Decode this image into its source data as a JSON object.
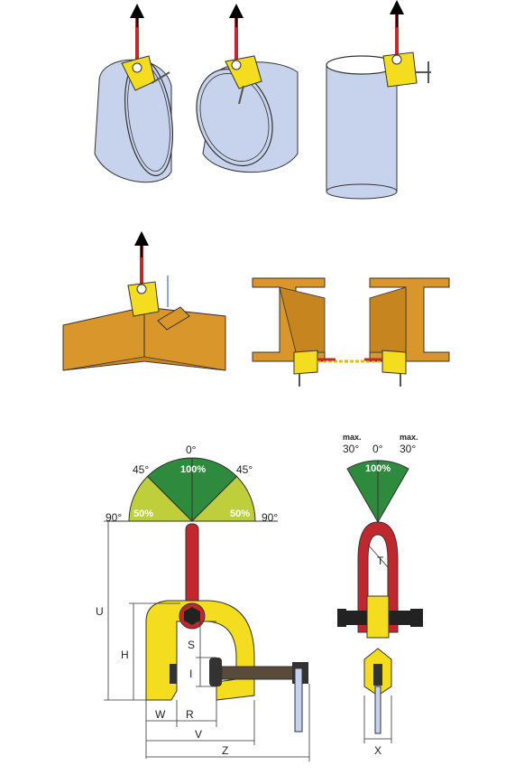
{
  "diagrams": {
    "fan_left": {
      "angles": {
        "top": "0°",
        "left_mid": "45°",
        "right_mid": "45°",
        "left_end": "90°",
        "right_end": "90°"
      },
      "percents": {
        "center": "100%",
        "left": "50%",
        "right": "50%"
      },
      "colors": {
        "green": "#2e8b3e",
        "yellow_green": "#bfcf3c"
      }
    },
    "fan_right": {
      "max_left": "max.",
      "max_right": "max.",
      "angle_left": "30°",
      "angle_center": "0°",
      "angle_right": "30°",
      "percent": "100%"
    },
    "dimensions": {
      "U": "U",
      "H": "H",
      "S": "S",
      "I": "I",
      "W": "W",
      "R": "R",
      "V": "V",
      "Z": "Z",
      "T": "T",
      "X": "X"
    },
    "colors": {
      "clamp_yellow": "#f3dd1e",
      "lift_red": "#c0282d",
      "steel_orange": "#d9962b",
      "pipe_blue": "#c7d3ec"
    }
  }
}
